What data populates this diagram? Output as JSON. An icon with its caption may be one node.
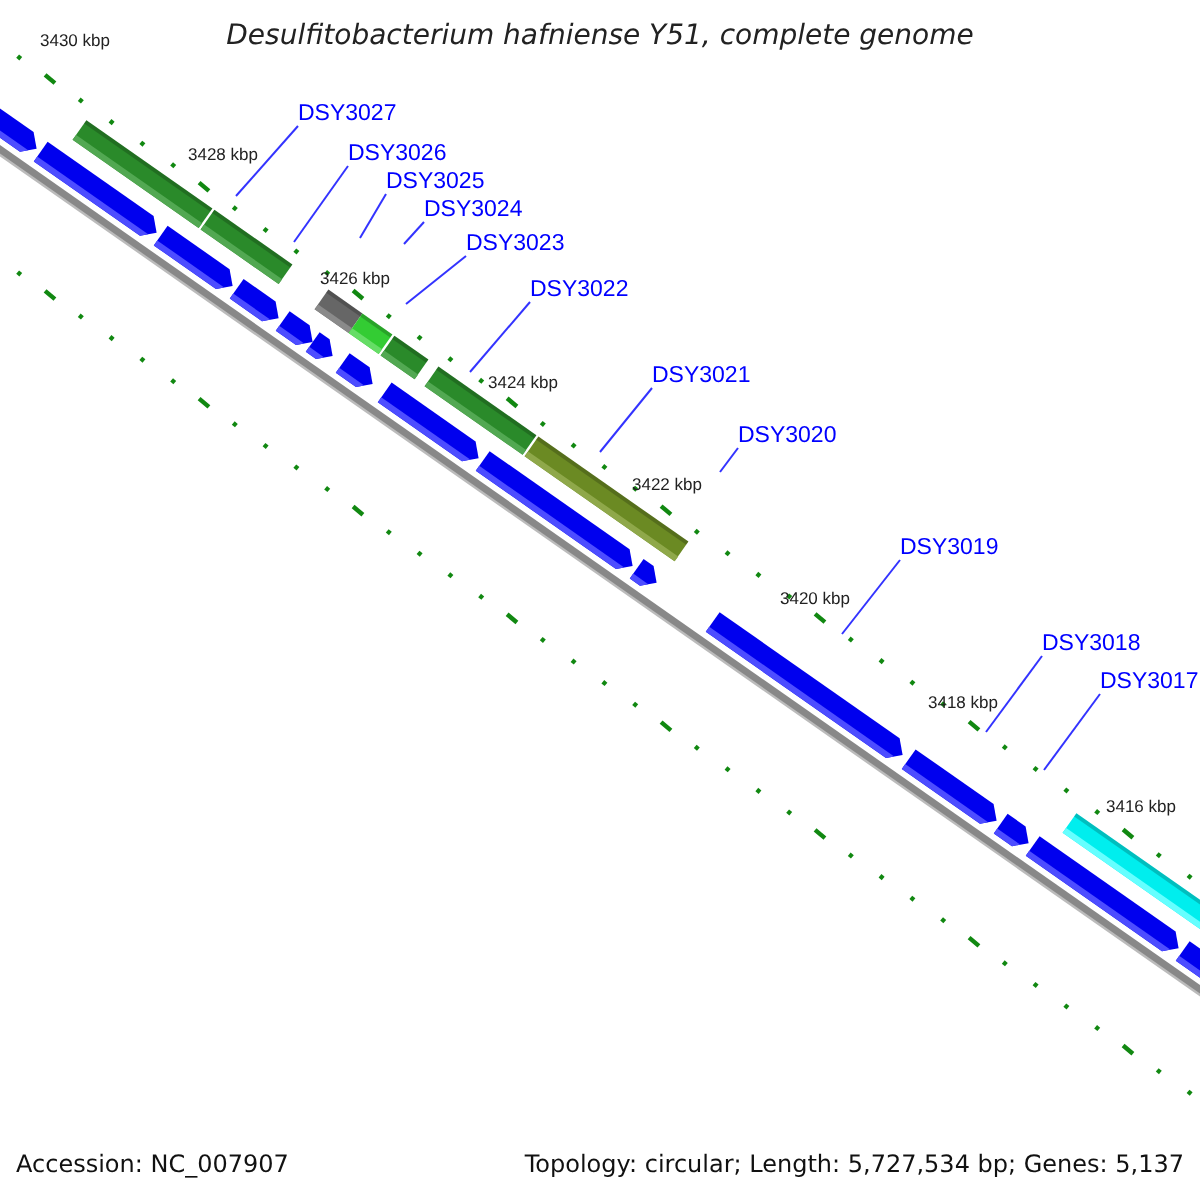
{
  "diagram": {
    "title": "Desulfitobacterium hafniense Y51, complete genome",
    "nodes": [
      {
        "text": [
          "DSY3027"
        ]
      },
      {
        "text": [
          "DSY3026"
        ]
      },
      {
        "text": [
          "DSY3025"
        ]
      },
      {
        "text": [
          "DSY3024"
        ]
      },
      {
        "text": [
          "DSY3023"
        ]
      },
      {
        "text": [
          "DSY3022"
        ]
      },
      {
        "text": [
          "DSY3021"
        ]
      },
      {
        "text": [
          "DSY3020"
        ]
      },
      {
        "text": [
          "DSY3019"
        ]
      },
      {
        "text": [
          "DSY3018"
        ]
      },
      {
        "text": [
          "DSY3017"
        ]
      }
    ],
    "edges": [
      {
        "from": 0,
        "to": null,
        "arrow": "none"
      },
      {
        "from": 1,
        "to": null,
        "arrow": "none"
      },
      {
        "from": 2,
        "to": null,
        "arrow": "none"
      },
      {
        "from": 3,
        "to": null,
        "arrow": "none"
      },
      {
        "from": 4,
        "to": null,
        "arrow": "none"
      },
      {
        "from": 5,
        "to": null,
        "arrow": "none"
      },
      {
        "from": 6,
        "to": null,
        "arrow": "none"
      },
      {
        "from": 7,
        "to": null,
        "arrow": "none"
      },
      {
        "from": 8,
        "to": null,
        "arrow": "none"
      },
      {
        "from": 9,
        "to": null,
        "arrow": "none"
      },
      {
        "from": 10,
        "to": null,
        "arrow": "none"
      }
    ],
    "labels": [
      "3430 kbp",
      "3428 kbp",
      "3426 kbp",
      "3424 kbp",
      "3422 kbp",
      "3420 kbp",
      "3418 kbp",
      "3416 kbp",
      "Accession: NC_007907",
      "Topology: circular; Length: 5,727,534 bp; Genes: 5,137"
    ]
  }
}
